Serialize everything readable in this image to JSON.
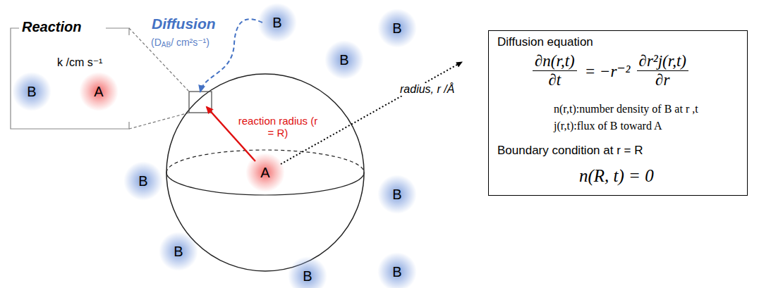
{
  "diagram": {
    "nodes": [
      {
        "text": [
          "Reaction",
          "k /cm s⁻¹"
        ]
      },
      {
        "text": [
          "B"
        ],
        "in": 0
      },
      {
        "text": [
          "A"
        ],
        "in": 0
      },
      {
        "text": [
          "reaction radius (r = R)"
        ]
      },
      {
        "text": [
          "A"
        ],
        "in": 3
      },
      {
        "text": [
          "B"
        ]
      },
      {
        "text": [
          "B"
        ]
      },
      {
        "text": [
          "B"
        ]
      },
      {
        "text": [
          "B"
        ]
      },
      {
        "text": [
          "B"
        ]
      },
      {
        "text": [
          "B"
        ]
      },
      {
        "text": [
          "B"
        ]
      },
      {
        "text": [
          "B"
        ]
      },
      {
        "text": [
          "Diffusion equation",
          "∂n(r,t)",
          "∂t",
          "= −r⁻²",
          "∂r²j(r,t)",
          "∂r",
          "n(r,t):number density of B at r ,t",
          "j(r,t):flux of B toward A",
          "Boundary condition at r = R",
          "n(R, t) = 0"
        ]
      }
    ],
    "edges": [
      {
        "from": 5,
        "to": 3,
        "arrow": "to"
      }
    ],
    "labels": [
      "Diffusion",
      "(D",
      "AB",
      "/ cm²s⁻¹)",
      "radius, r /Å"
    ]
  }
}
